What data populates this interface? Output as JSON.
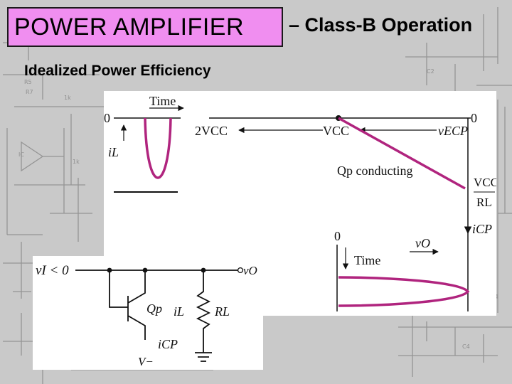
{
  "title": {
    "boxed": "POWER AMPLIFIER",
    "rest": "– Class-B Operation"
  },
  "subtitle": "Idealized Power Efficiency",
  "figure": {
    "time_top": "Time",
    "zero_top_left": "0",
    "iL_left": "iL",
    "two_vcc": "2VCC",
    "vcc_mid": "VCC",
    "v_ecp": "vECP",
    "zero_top_right": "0",
    "qp_conducting": "Qp conducting",
    "vcc_frac_num": "VCC",
    "vcc_frac_den": "RL",
    "i_cp_right": "iCP",
    "zero_bottom": "0",
    "v_o_bottom": "vO",
    "time_bottom": "Time"
  },
  "circuit": {
    "v_i": "vI < 0",
    "v_o": "vO",
    "q_p": "Qp",
    "i_l": "iL",
    "r_l": "RL",
    "i_cp": "iCP",
    "v_minus": "V−"
  },
  "colors": {
    "title_fill": "#f08ef0",
    "curve": "#b0247e",
    "background": "#c9c9c9"
  }
}
